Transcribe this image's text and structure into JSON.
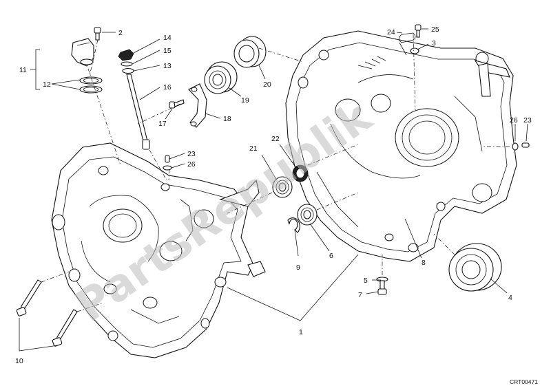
{
  "diagram": {
    "callouts": {
      "c1": "1",
      "c2": "2",
      "c3": "3",
      "c4": "4",
      "c5": "5",
      "c6": "6",
      "c7": "7",
      "c8": "8",
      "c9": "9",
      "c10": "10",
      "c11": "11",
      "c12": "12",
      "c13": "13",
      "c14": "14",
      "c15": "15",
      "c16": "16",
      "c17": "17",
      "c18": "18",
      "c19": "19",
      "c20": "20",
      "c21": "21",
      "c22": "22",
      "c23a": "23",
      "c23b": "23",
      "c24": "24",
      "c25": "25",
      "c26a": "26",
      "c26b": "26"
    },
    "drawing_code": "CRT00471",
    "watermark": "PartsRepublik"
  }
}
